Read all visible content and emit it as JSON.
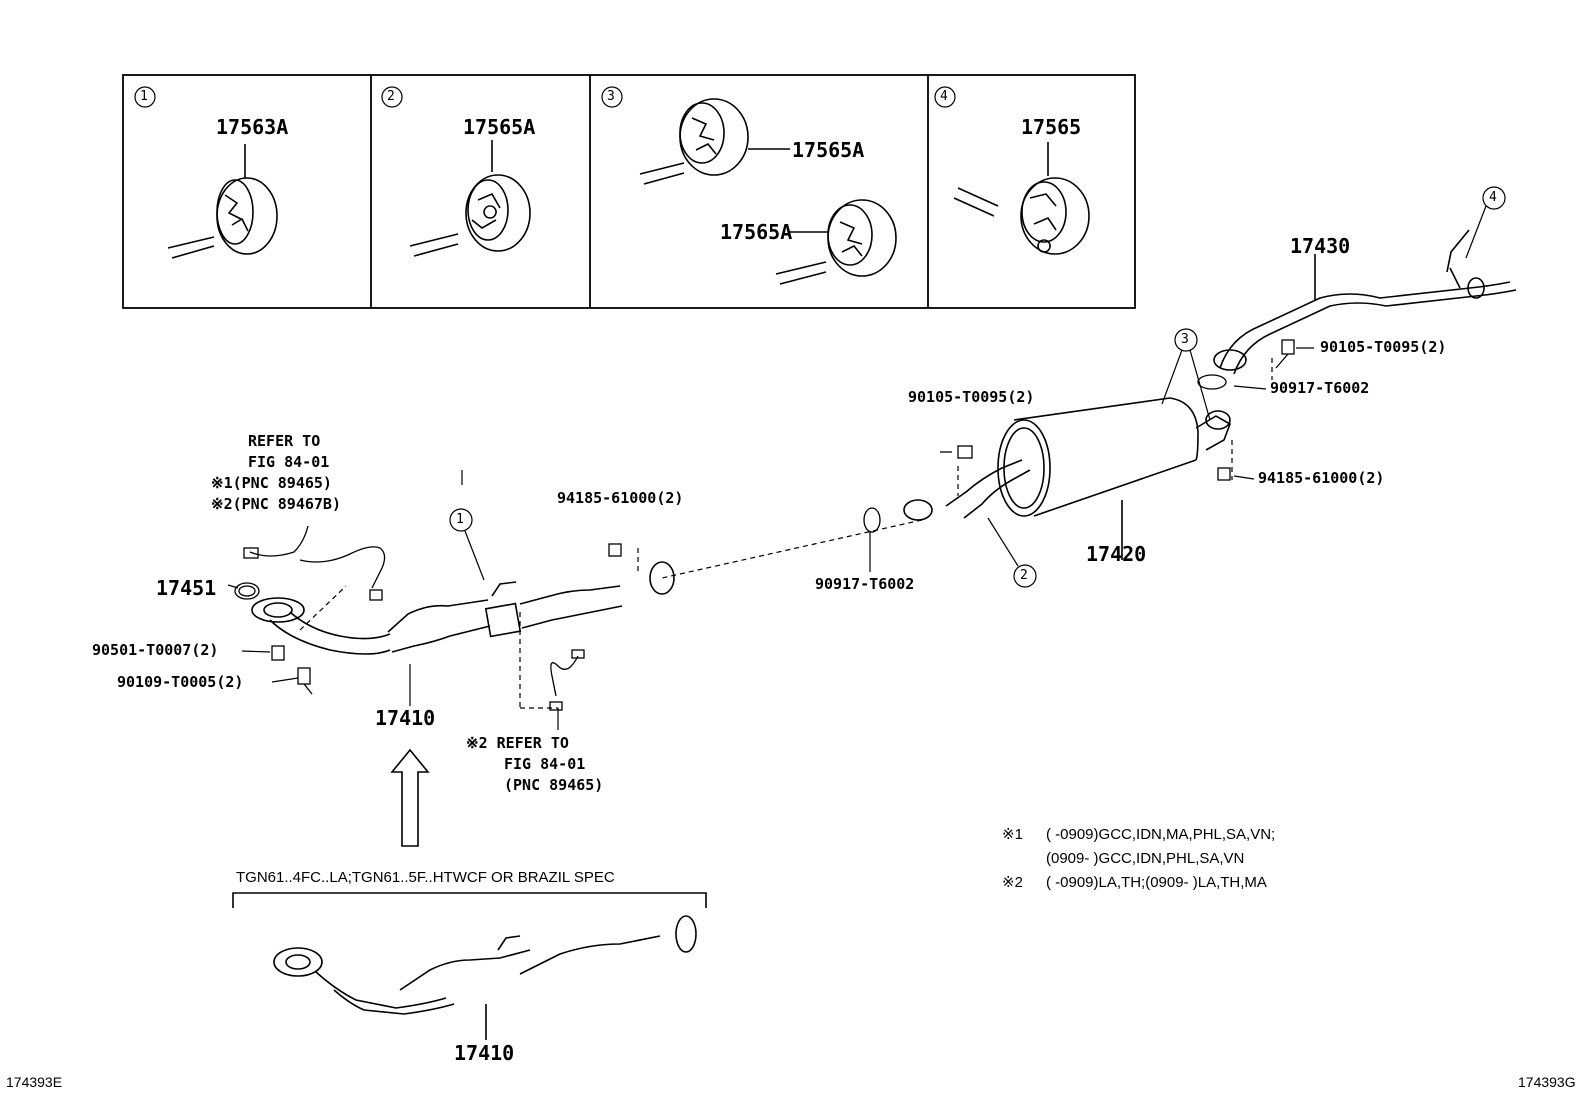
{
  "insets": [
    {
      "num": "1",
      "part": "17563A"
    },
    {
      "num": "2",
      "part": "17565A"
    },
    {
      "num": "3",
      "part_top": "17565A",
      "part_bottom": "17565A"
    },
    {
      "num": "4",
      "part": "17565"
    }
  ],
  "callouts": {
    "c1": "1",
    "c2": "2",
    "c3": "3",
    "c4": "4"
  },
  "parts": {
    "tailpipe": "17430",
    "muffler": "17420",
    "front_pipe": "17410",
    "front_pipe_alt": "17410",
    "gasket_front": "17451",
    "bolt_tail": "90105-T0095(2)",
    "gasket_tail": "90917-T6002",
    "bolt_muffler": "90105-T0095(2)",
    "nut_muffler": "94185-61000(2)",
    "nut_center": "94185-61000(2)",
    "gasket_center": "90917-T6002",
    "spring": "90501-T0007(2)",
    "bolt_front": "90109-T0005(2)"
  },
  "refer_upper": {
    "line1": "REFER TO",
    "line2": "FIG 84-01",
    "line3": "※1(PNC 89465)",
    "line4": "※2(PNC 89467B)"
  },
  "refer_lower": {
    "line1": "※2 REFER TO",
    "line2": "FIG 84-01",
    "line3": "(PNC 89465)"
  },
  "spec_label": "TGN61..4FC..LA;TGN61..5F..HTWCF OR  BRAZIL SPEC",
  "notes": {
    "n1_mark": "※1",
    "n1_line1": "(        -0909)GCC,IDN,MA,PHL,SA,VN;",
    "n1_line2": "(0909-        )GCC,IDN,PHL,SA,VN",
    "n2_mark": "※2",
    "n2_line1": "(        -0909)LA,TH;(0909-        )LA,TH,MA"
  },
  "footer": {
    "left": "174393E",
    "right": "174393G"
  }
}
